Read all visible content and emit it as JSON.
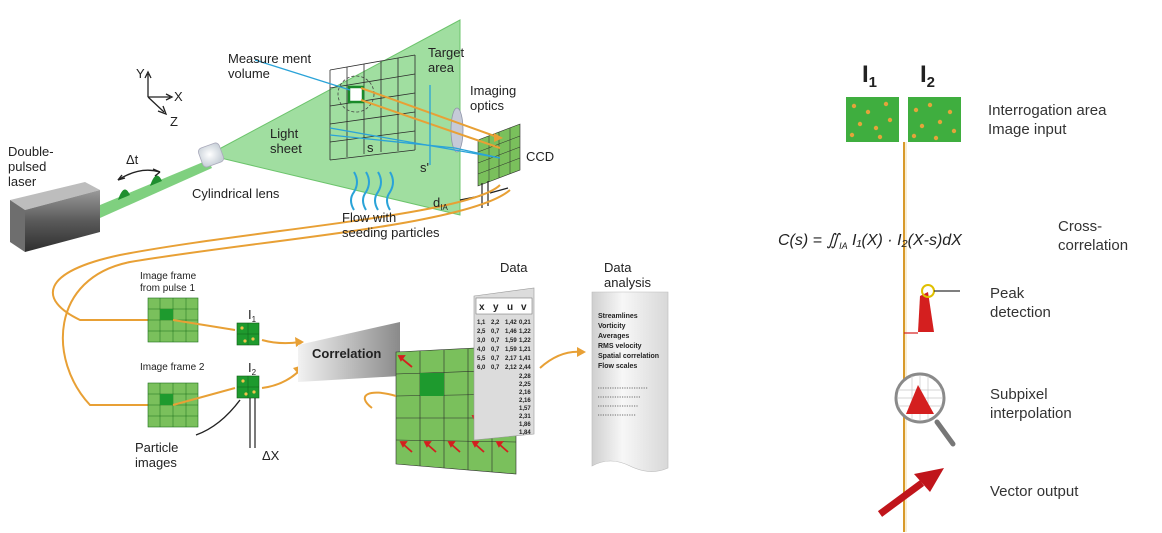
{
  "left": {
    "axes": {
      "y": "Y",
      "x": "X",
      "z": "Z"
    },
    "laser_label": [
      "Double-",
      "pulsed",
      "laser"
    ],
    "delta_t": "Δt",
    "cylindrical_lens": "Cylindrical lens",
    "measurement_volume": [
      "Measure ment",
      "volume"
    ],
    "target_area": [
      "Target",
      "area"
    ],
    "imaging_optics": [
      "Imaging",
      "optics"
    ],
    "light_sheet": [
      "Light",
      "sheet"
    ],
    "s": "s",
    "s_prime": "s'",
    "ccd": "CCD",
    "d_ia": "d",
    "d_ia_sub": "IA",
    "flow": [
      "Flow with",
      "seeding particles"
    ],
    "frame1": [
      "Image frame",
      "from pulse 1"
    ],
    "frame2": "Image frame 2",
    "i1": "I",
    "i1_sub": "1",
    "i2": "I",
    "i2_sub": "2",
    "correlation": "Correlation",
    "particle_images": [
      "Particle",
      "images"
    ],
    "delta_x": "ΔX",
    "data": "Data",
    "data_analysis": [
      "Data",
      "analysis"
    ],
    "table_headers": [
      "x",
      "y",
      "u",
      "v"
    ],
    "table_rows": [
      [
        "1,1",
        "2,2",
        "1,42",
        "0,21"
      ],
      [
        "2,5",
        "0,7",
        "1,46",
        "1,22"
      ],
      [
        "3,0",
        "0,7",
        "1,59",
        "1,22"
      ],
      [
        "4,0",
        "0,7",
        "1,59",
        "1,21"
      ],
      [
        "5,5",
        "0,7",
        "2,17",
        "1,41"
      ],
      [
        "6,0",
        "0,7",
        "2,12",
        "2,44"
      ]
    ],
    "table_extra": [
      "2,28",
      "2,25",
      "2,16",
      "2,16",
      "1,57",
      "2,31",
      "1,86",
      "1,84"
    ],
    "analysis_items": [
      "Streamlines",
      "Vorticity",
      "Averages",
      "RMS velocity",
      "Spatial correlation",
      "Flow scales"
    ]
  },
  "right": {
    "i1": "I",
    "i1_sub": "1",
    "i2": "I",
    "i2_sub": "2",
    "interrogation": [
      "Interrogation area",
      "Image input"
    ],
    "formula": "C(s) = ∬",
    "formula_sub": "IA",
    "formula_tail": " I₁(X) · I₂(X-s)dX",
    "cross_corr": [
      "Cross-",
      "correlation"
    ],
    "peak": [
      "Peak",
      "detection"
    ],
    "subpixel": [
      "Subpixel",
      "interpolation"
    ],
    "vector": "Vector output"
  },
  "colors": {
    "grid_green": "#7ac05c",
    "grid_dark": "#1e9a2e",
    "sheet_green": "#7fd07f",
    "orange": "#e8a035",
    "blue": "#2aa3d8",
    "red": "#d41f1f",
    "particle": "#f2c24a"
  }
}
